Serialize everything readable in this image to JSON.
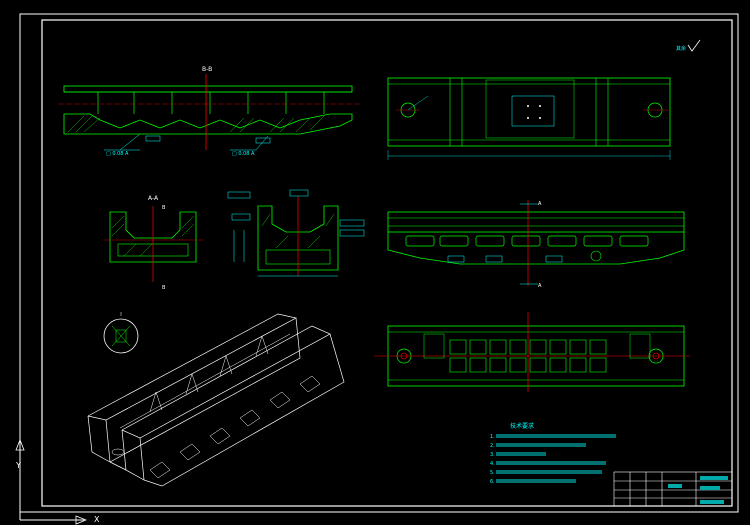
{
  "drawing": {
    "section_labels": {
      "b_b": "B-B",
      "a_a": "A-A",
      "b_top": "B",
      "b_bottom": "B",
      "a_top": "A",
      "a_bottom": "A"
    },
    "notes": {
      "lines": [
        "1.",
        "2.",
        "3.",
        "4.",
        "5.",
        "6."
      ]
    },
    "axis": {
      "x_label": "X",
      "y_label": "Y"
    },
    "colors": {
      "background": "#000000",
      "outline": "#00ff00",
      "frame": "#ffffff",
      "dimension": "#00ffff",
      "centerline": "#ff0000",
      "hatch": "#00ff00"
    }
  }
}
